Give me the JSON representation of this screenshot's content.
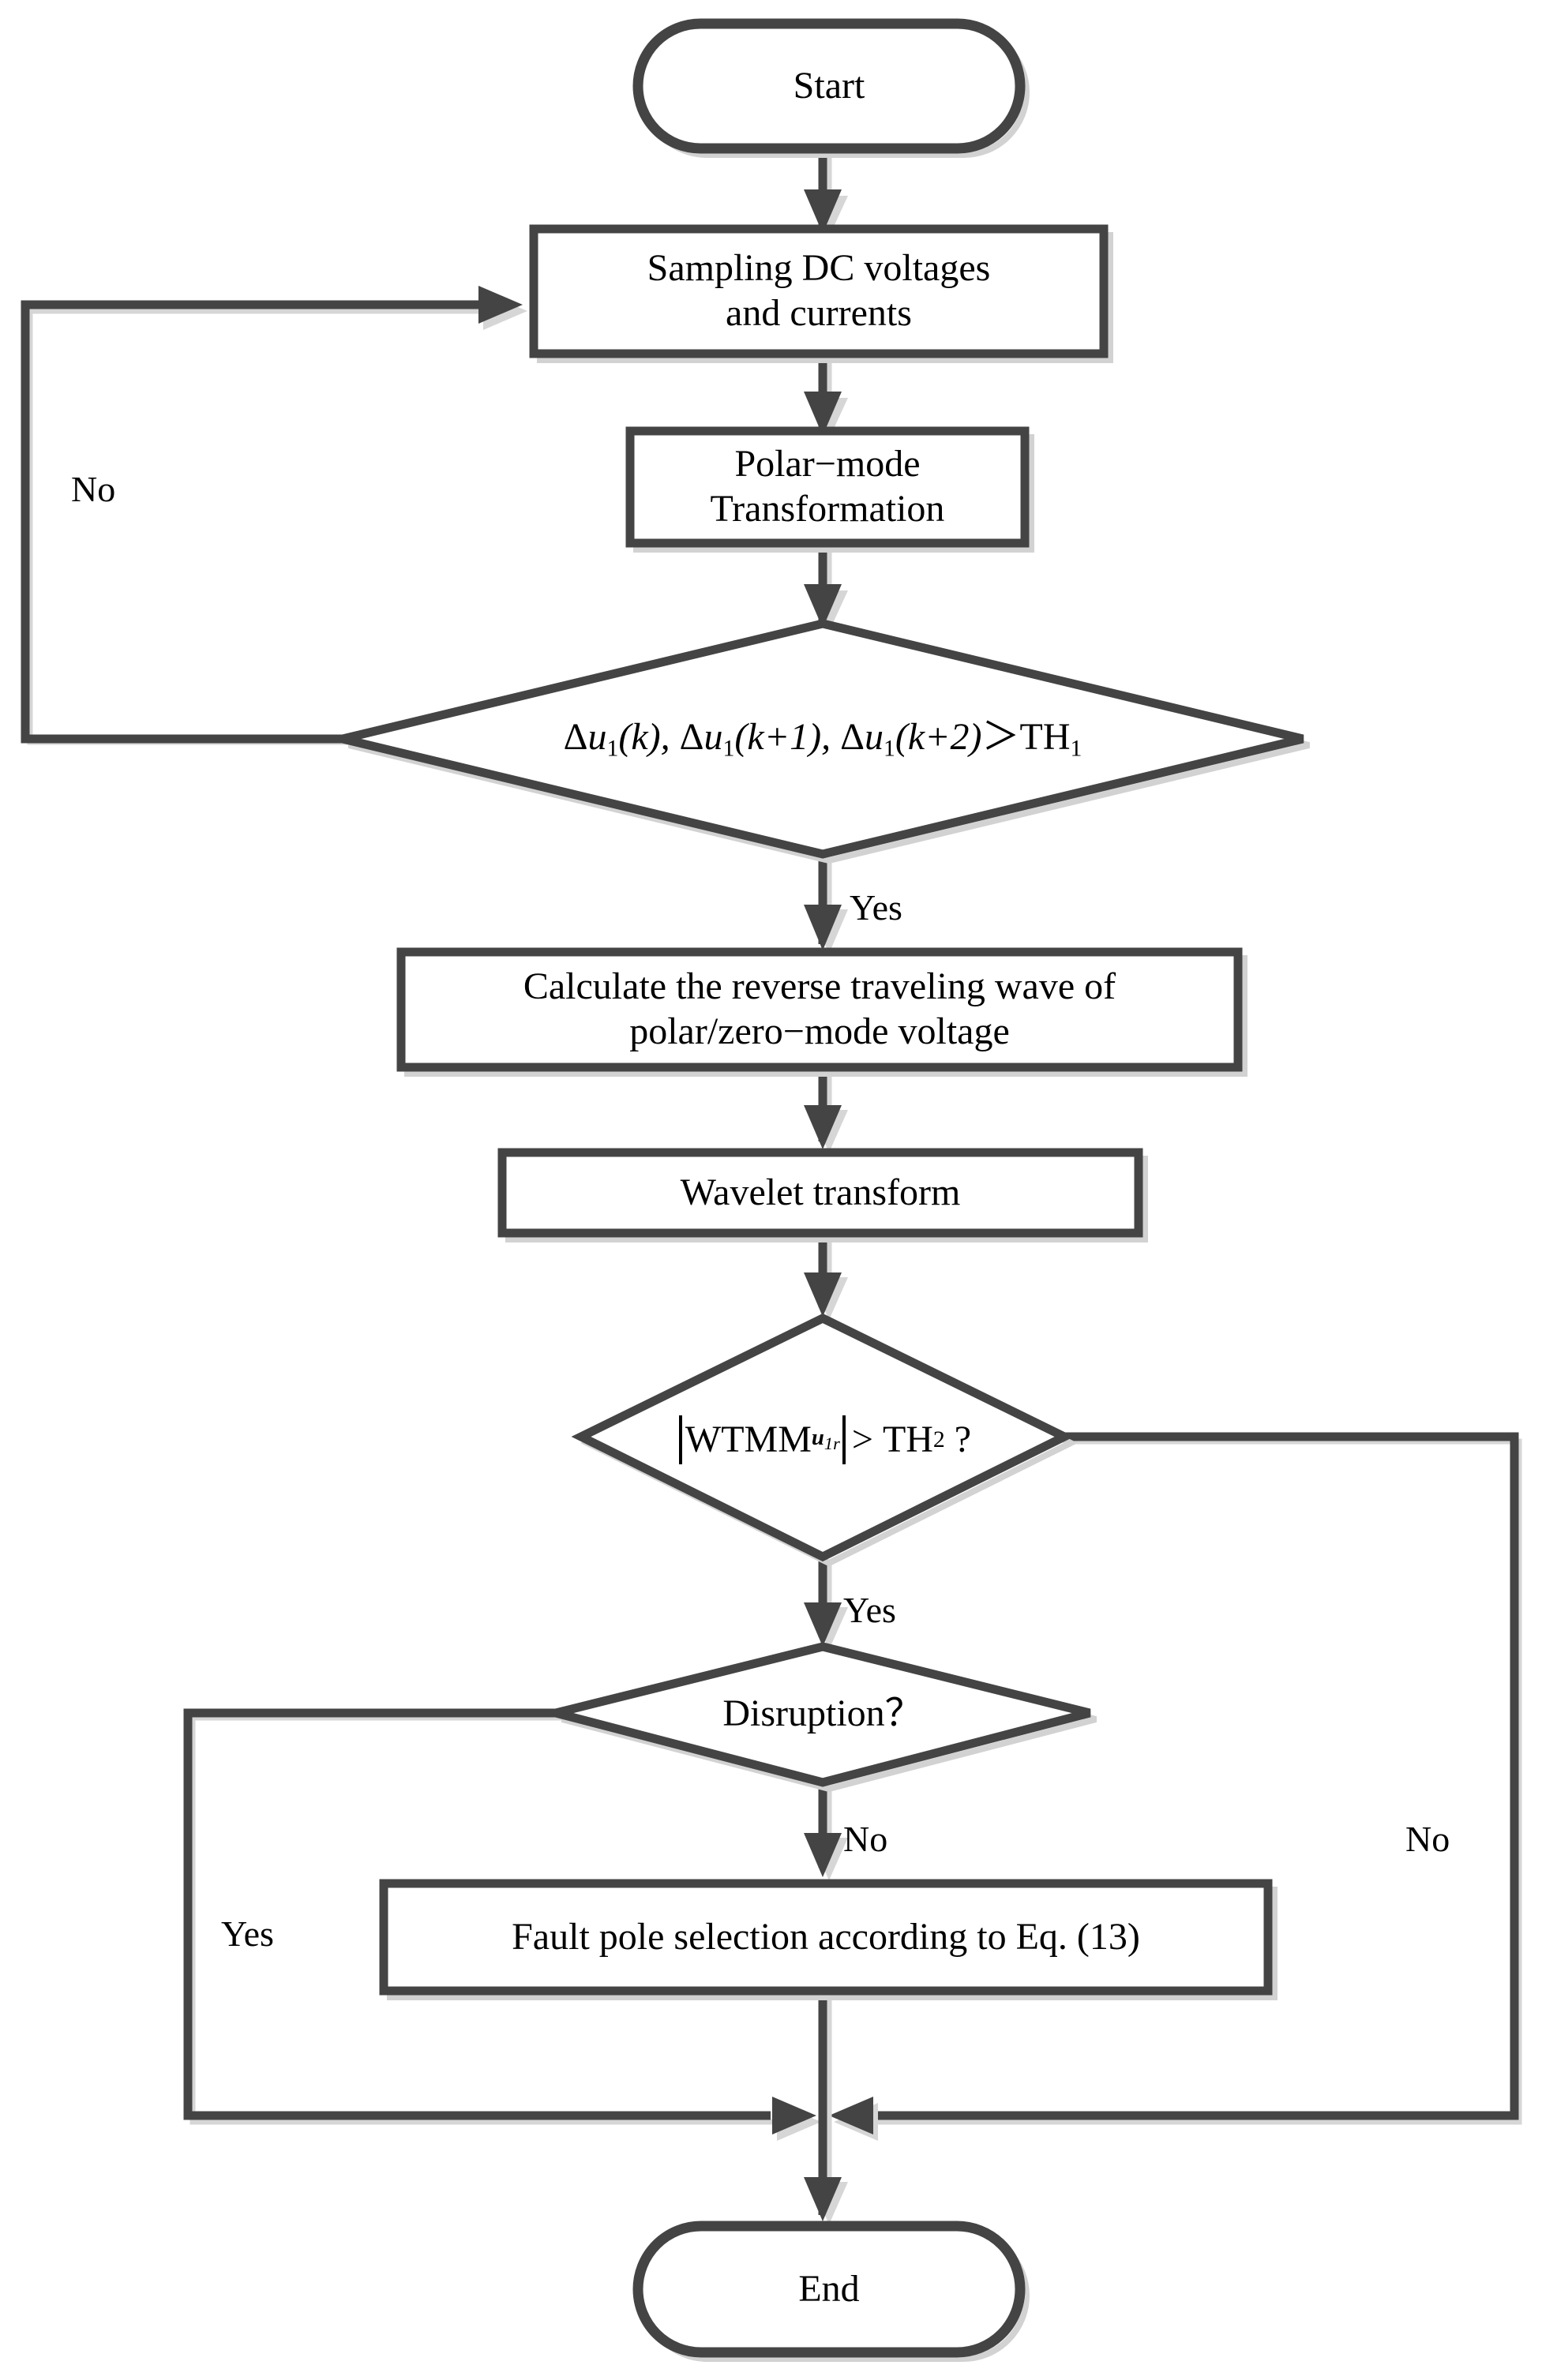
{
  "diagram": {
    "title": "Fault detection and pole selection flowchart",
    "type": "flowchart",
    "colors": {
      "line": "#444444",
      "shadow": "#d2d2d2",
      "fill": "#ffffff",
      "text": "#000000"
    }
  },
  "nodes": {
    "start": {
      "label": "Start",
      "shape": "terminator"
    },
    "sampling": {
      "label": "Sampling DC voltages\nand currents",
      "shape": "process"
    },
    "polar": {
      "label": "Polar−mode\nTransformation",
      "shape": "process"
    },
    "decision1": {
      "label": "Δ u₁(k), Δ u₁(k+1), Δ u₁(k+2)＞TH₁",
      "shape": "decision",
      "parts": {
        "delta": "Δ",
        "var": "u",
        "sub": "1",
        "arg1": "(k),",
        "arg2": "(k+1),",
        "arg3": "(k+2)",
        "cmp": "＞",
        "threshold": "TH",
        "threshold_sub": "1"
      }
    },
    "calculate": {
      "label": "Calculate the reverse traveling wave of\npolar/zero−mode voltage",
      "shape": "process"
    },
    "wavelet": {
      "label": "Wavelet transform",
      "shape": "process"
    },
    "decision2": {
      "label": "|WTMMᵤ₁ᵣ| > TH₂ ?",
      "shape": "decision",
      "parts": {
        "bar": "|",
        "name": "WTMM",
        "name_sub_u": "u",
        "name_sub_1r": "1r",
        "cmp": ">",
        "threshold": "TH",
        "threshold_sub": "2",
        "question": "?"
      }
    },
    "decision3": {
      "label": "Disruption？",
      "shape": "decision"
    },
    "faultpole": {
      "label": "Fault pole selection according to Eq. (13)",
      "shape": "process"
    },
    "end": {
      "label": "End",
      "shape": "terminator"
    }
  },
  "edge_labels": {
    "decision1_no": "No",
    "decision1_yes": "Yes",
    "decision2_no": "No",
    "decision2_yes": "Yes",
    "decision3_yes": "Yes",
    "decision3_no": "No"
  },
  "edges": [
    {
      "from": "start",
      "to": "sampling",
      "label": ""
    },
    {
      "from": "sampling",
      "to": "polar",
      "label": ""
    },
    {
      "from": "polar",
      "to": "decision1",
      "label": ""
    },
    {
      "from": "decision1",
      "to": "sampling",
      "label": "No",
      "route": "left-loopback"
    },
    {
      "from": "decision1",
      "to": "calculate",
      "label": "Yes",
      "route": "down"
    },
    {
      "from": "calculate",
      "to": "wavelet",
      "label": ""
    },
    {
      "from": "wavelet",
      "to": "decision2",
      "label": ""
    },
    {
      "from": "decision2",
      "to": "merge",
      "label": "No",
      "route": "right-down"
    },
    {
      "from": "decision2",
      "to": "decision3",
      "label": "Yes",
      "route": "down"
    },
    {
      "from": "decision3",
      "to": "merge",
      "label": "Yes",
      "route": "left-down"
    },
    {
      "from": "decision3",
      "to": "faultpole",
      "label": "No",
      "route": "down"
    },
    {
      "from": "faultpole",
      "to": "end",
      "label": ""
    }
  ]
}
